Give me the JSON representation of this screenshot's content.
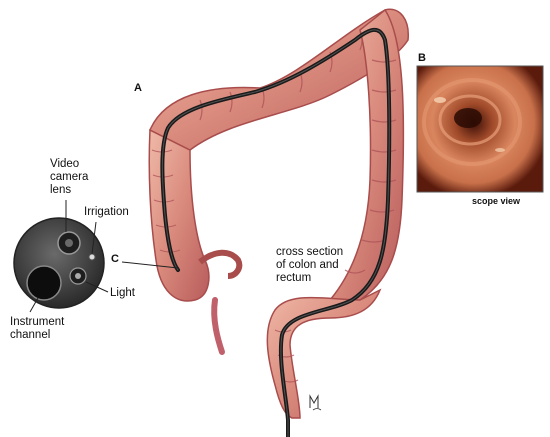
{
  "panels": {
    "a": "A",
    "b": "B",
    "c": "C"
  },
  "scope_view_caption": "scope view",
  "labels": {
    "video_camera_lens": "Video\ncamera\nlens",
    "irrigation": "Irrigation",
    "light": "Light",
    "instrument_channel": "Instrument\nchannel",
    "cross_section": "cross section\nof colon and\nrectum"
  },
  "colors": {
    "colon_fill": "#d98a7c",
    "colon_dark": "#b5545a",
    "colon_light": "#f2c2b2",
    "scope_tube": "#1a1a1a",
    "scope_tip": "#4a4a4a",
    "mucosa": "#c86a48"
  }
}
